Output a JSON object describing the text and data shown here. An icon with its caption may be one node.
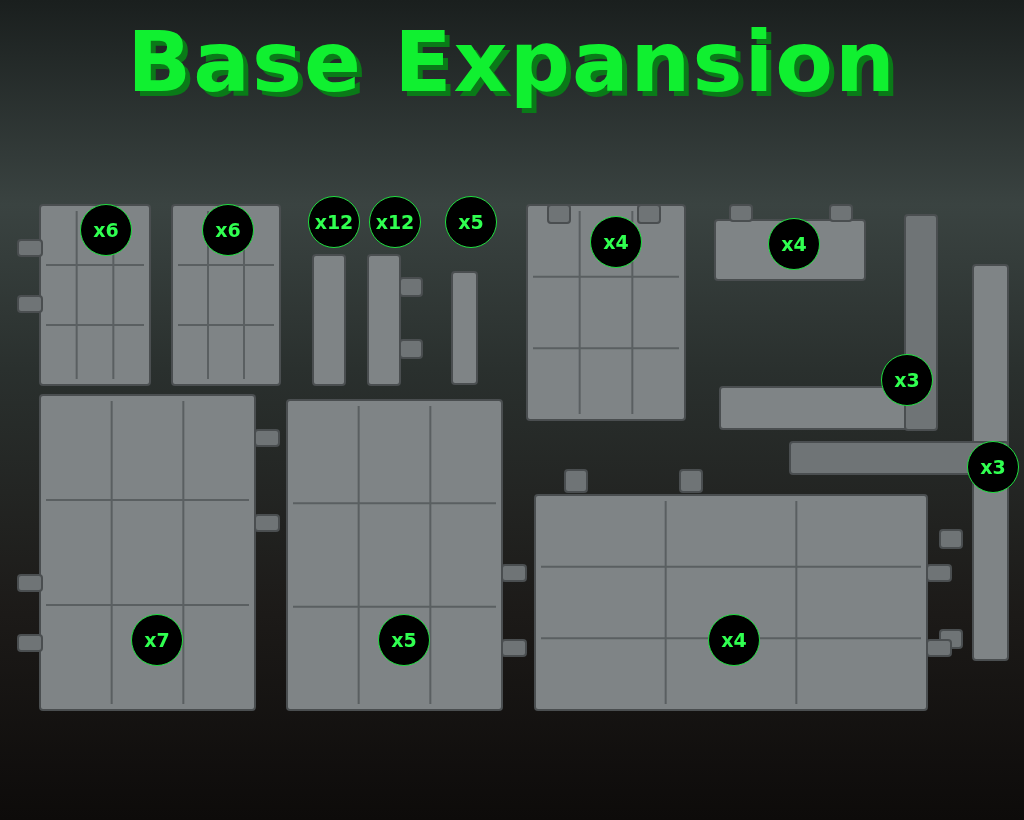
{
  "diagram": {
    "title": "Base Expansion",
    "labels": [
      "x6",
      "x6",
      "x12",
      "x12",
      "x5",
      "x4",
      "x4",
      "x3",
      "x3",
      "x7",
      "x5",
      "x4"
    ]
  }
}
